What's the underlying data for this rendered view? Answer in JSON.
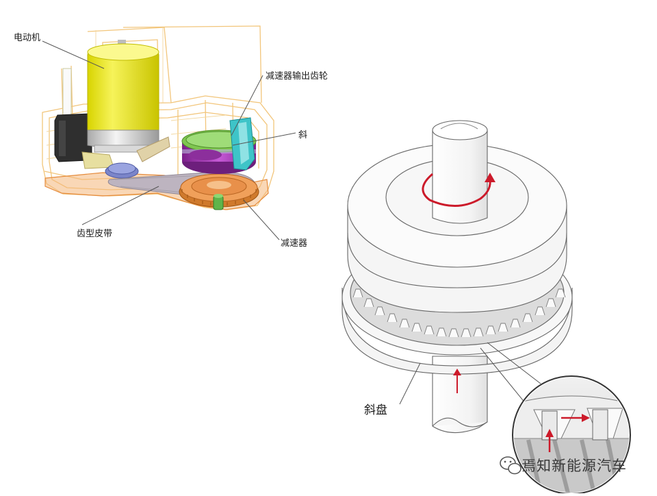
{
  "left_diagram": {
    "labels": {
      "motor": "电动机",
      "gearbox_output_gear": "减速器输出齿轮",
      "swash": "斜",
      "toothed_belt": "齿型皮带",
      "gearbox": "减速器"
    }
  },
  "right_diagram": {
    "labels": {
      "swash_plate": "斜盘"
    }
  },
  "watermark": {
    "text": "焉知新能源汽车",
    "icon": "wechat-icon"
  },
  "colors": {
    "motor_yellow": "#f2ee3a",
    "gear_purple": "#a43ab5",
    "gear_green": "#7cc24a",
    "gear_orange": "#e28a3a",
    "housing_outline": "#f2c57a",
    "arrow_red": "#cc1a2a"
  }
}
